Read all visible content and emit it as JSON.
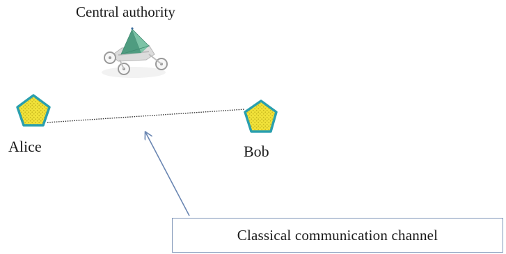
{
  "nodes": {
    "central_authority": {
      "label": "Central authority",
      "icon": "rover-tetrahedron-icon"
    },
    "alice": {
      "label": "Alice",
      "icon": "pentagon-icon"
    },
    "bob": {
      "label": "Bob",
      "icon": "pentagon-icon"
    }
  },
  "channel": {
    "label": "Classical communication channel",
    "line_style": "dotted"
  },
  "colors": {
    "pentagon_fill": "#f1e23a",
    "pentagon_stroke": "#2a9fae",
    "tetrahedron_fill": "#5fae91",
    "wheel_stroke": "#9a9a9a",
    "arrow": "#6a86b2",
    "box_border": "#7f96b8"
  }
}
